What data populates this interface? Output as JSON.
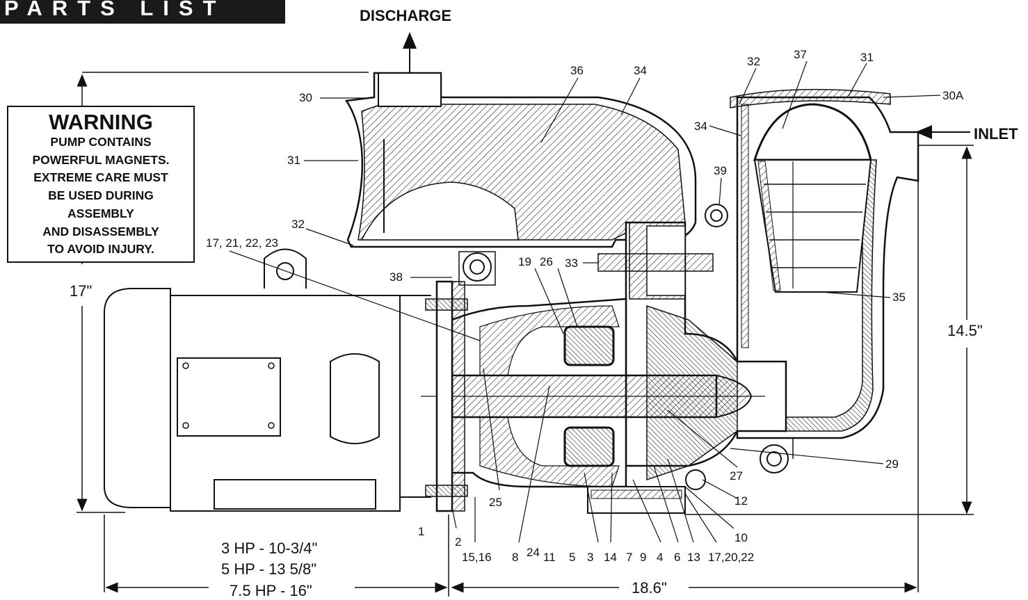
{
  "header": {
    "title": "PARTS LIST"
  },
  "top_labels": {
    "discharge": "DISCHARGE",
    "inlet": "INLET"
  },
  "warning": {
    "title": "WARNING",
    "lines": [
      "PUMP CONTAINS",
      "POWERFUL MAGNETS.",
      "EXTREME CARE MUST",
      "BE USED DURING",
      "ASSEMBLY",
      "AND DISASSEMBLY",
      "TO AVOID INJURY."
    ]
  },
  "dimensions": {
    "height_left": "17\"",
    "height_right": "14.5\"",
    "length_right": "18.6\"",
    "motor_lengths": [
      "3 HP - 10-3/4\"",
      "5 HP - 13 5/8\"",
      "7.5 HP - 16\""
    ]
  },
  "callouts": {
    "c30": "30",
    "c31a": "31",
    "c32a": "32",
    "c36": "36",
    "c34a": "34",
    "c32b": "32",
    "c37": "37",
    "c31b": "31",
    "c30a": "30A",
    "c34b": "34",
    "c39": "39",
    "c17_21_22_23": "17, 21, 22, 23",
    "c38": "38",
    "c19": "19",
    "c26": "26",
    "c33": "33",
    "c35": "35",
    "c29": "29",
    "c27": "27",
    "c12": "12",
    "c10": "10",
    "c25": "25",
    "c1": "1",
    "c2": "2",
    "c15_16": "15,16",
    "c8": "8",
    "c24": "24",
    "c11": "11",
    "c5": "5",
    "c3": "3",
    "c14": "14",
    "c7": "7",
    "c9": "9",
    "c4": "4",
    "c6": "6",
    "c13": "13",
    "c17_20_22": "17,20,22"
  },
  "colors": {
    "ink": "#111111",
    "header_bg": "#1a1a1a",
    "paper": "#ffffff"
  }
}
